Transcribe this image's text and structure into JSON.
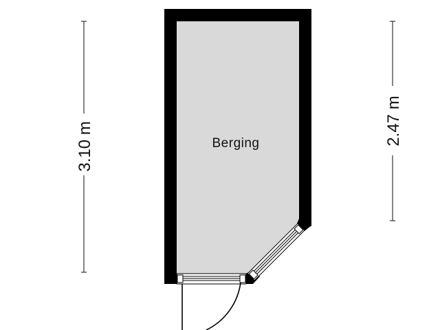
{
  "floorplan": {
    "room": {
      "name": "Berging",
      "fill": "#d9d9d9"
    },
    "wall_color": "#000000",
    "dimensions": {
      "left": {
        "label": "3.10 m"
      },
      "right": {
        "label": "2.47 m"
      }
    },
    "openings": [
      {
        "type": "door",
        "position": "bottom"
      },
      {
        "type": "window",
        "position": "diagonal"
      }
    ]
  }
}
